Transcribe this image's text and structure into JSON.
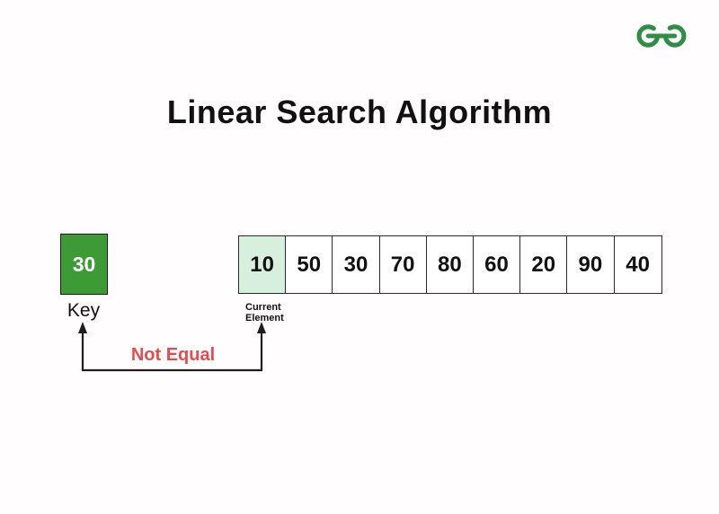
{
  "page": {
    "title": "Linear Search Algorithm",
    "background_color": "#fffdfd"
  },
  "logo": {
    "name": "geeksforgeeks-logo",
    "color": "#2f8d46"
  },
  "key": {
    "value": "30",
    "label": "Key",
    "box_color": "#3d9b35",
    "text_color": "#ffffff"
  },
  "array": {
    "values": [
      "10",
      "50",
      "30",
      "70",
      "80",
      "60",
      "20",
      "90",
      "40"
    ],
    "current_index": 0,
    "current_cell_color": "#d7f0dd",
    "current_label_line1": "Current",
    "current_label_line2": "Element"
  },
  "comparison": {
    "label": "Not Equal",
    "label_color": "#e84b4b",
    "arrow_color": "#1e1e1e"
  }
}
